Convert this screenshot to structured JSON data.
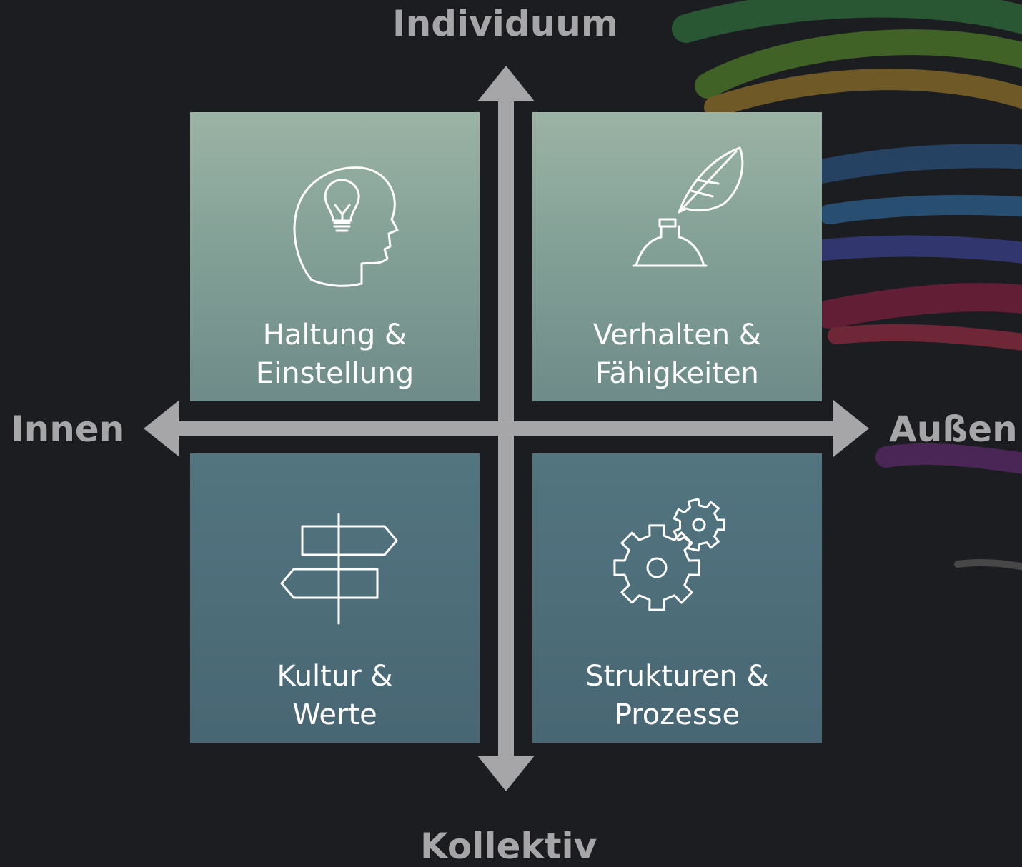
{
  "axes": {
    "top": "Individuum",
    "bottom": "Kollektiv",
    "left": "Innen",
    "right": "Außen"
  },
  "quadrants": [
    {
      "icon": "head-lightbulb-icon",
      "line1": "Haltung &",
      "line2": "Einstellung"
    },
    {
      "icon": "quill-inkwell-icon",
      "line1": "Verhalten &",
      "line2": "Fähigkeiten"
    },
    {
      "icon": "signpost-icon",
      "line1": "Kultur &",
      "line2": "Werte"
    },
    {
      "icon": "gears-icon",
      "line1": "Strukturen &",
      "line2": "Prozesse"
    }
  ],
  "colors": {
    "background": "#1c1d21",
    "axis": "#a6a6a8",
    "quadrant_top": "#9bb3a5",
    "quadrant_bottom": "#4d6d79"
  }
}
